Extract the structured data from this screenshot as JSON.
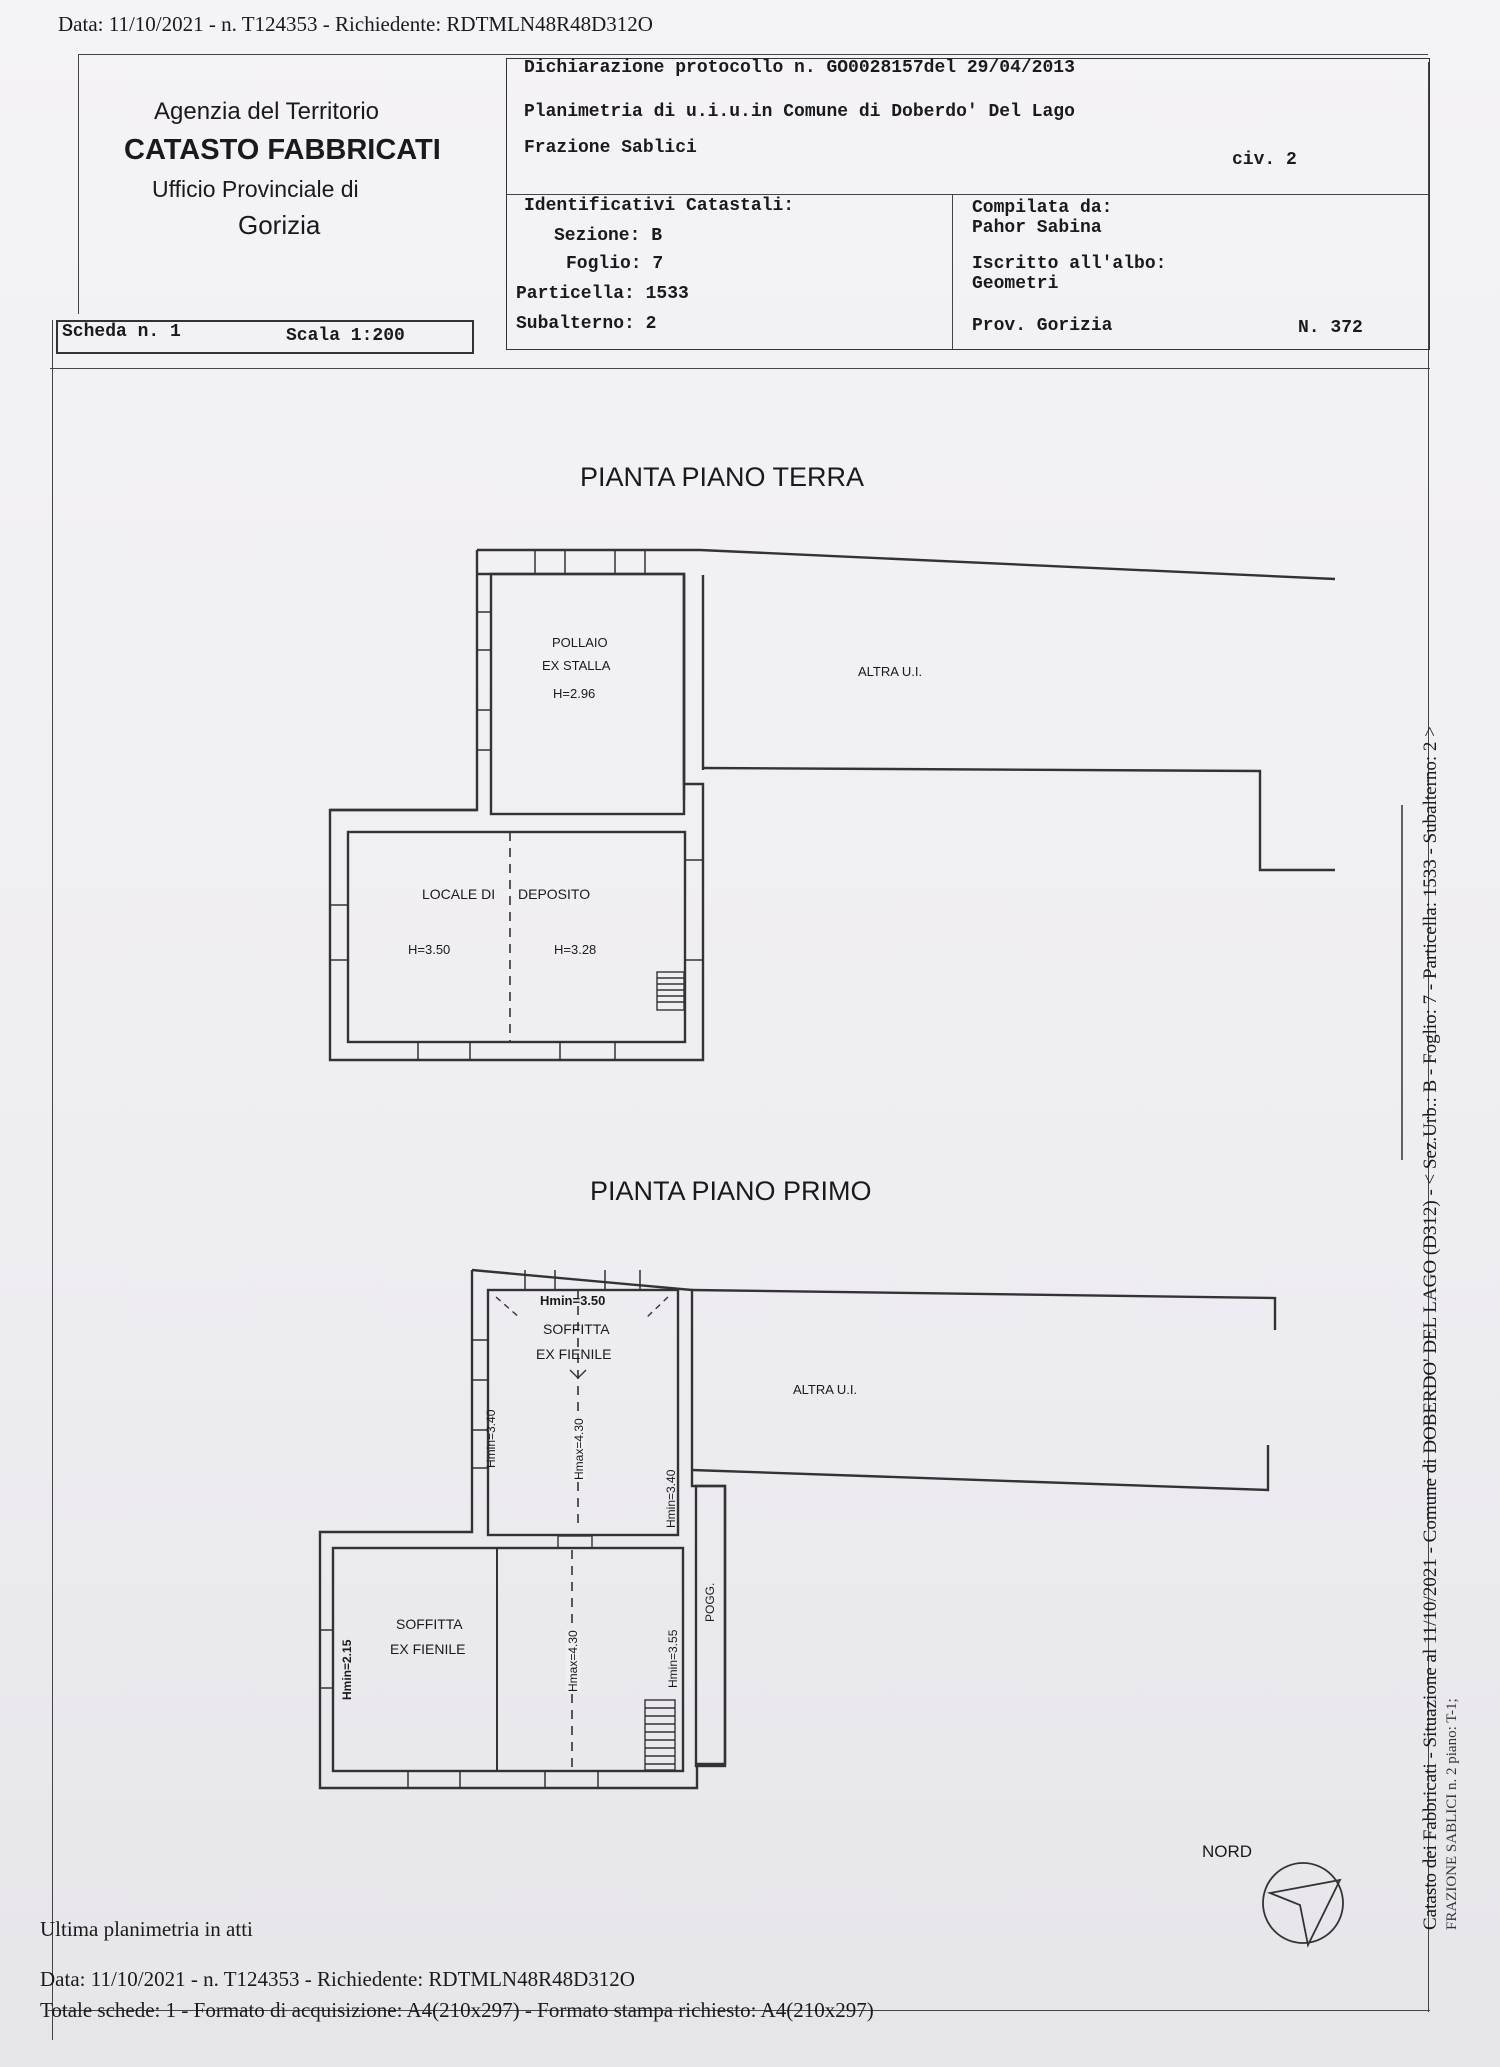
{
  "top_stamp": "Data: 11/10/2021 - n. T124353 - Richiedente: RDTMLN48R48D312O",
  "agency": {
    "line1": "Agenzia del Territorio",
    "line2": "CATASTO FABBRICATI",
    "line3": "Ufficio Provinciale di",
    "line4": "Gorizia"
  },
  "header": {
    "protocol": "Dichiarazione protocollo n. GO0028157del  29/04/2013",
    "planimetria": "Planimetria di u.i.u.in Comune di Doberdo' Del Lago",
    "frazione": "Frazione Sablici",
    "civico": "civ. 2"
  },
  "identificativi": {
    "title": "Identificativi Catastali:",
    "sezione": "Sezione: B",
    "foglio": "Foglio: 7",
    "particella": "Particella: 1533",
    "subalterno": "Subalterno: 2"
  },
  "compilata": {
    "title": "Compilata da:",
    "name": "Pahor Sabina",
    "albo_title": "Iscritto all'albo:",
    "albo": "Geometri",
    "prov": "Prov. Gorizia",
    "numero": "N. 372"
  },
  "scheda": {
    "label": "Scheda n. 1",
    "scala": "Scala 1:200"
  },
  "floor_ground": {
    "title": "PIANTA PIANO TERRA",
    "pollaio": "POLLAIO",
    "ex_stalla": "EX STALLA",
    "h1": "H=2.96",
    "altra": "ALTRA U.I.",
    "locale": "LOCALE DI",
    "deposito": "DEPOSITO",
    "h2": "H=3.50",
    "h3": "H=3.28"
  },
  "floor_first": {
    "title": "PIANTA PIANO PRIMO",
    "hmin350": "Hmin=3.50",
    "soffitta1": "SOFFITTA",
    "fienile1": "EX FIENILE",
    "altra": "ALTRA U.I.",
    "hmin340a": "Hmin=3.40",
    "hmax430a": "Hmax=4.30",
    "hmin340b": "Hmin=3.40",
    "hmin215": "Hmin=2.15",
    "soffitta2": "SOFFITTA",
    "fienile2": "EX FIENILE",
    "hmax430b": "Hmax=4.30",
    "hmin355": "Hmin=3.55",
    "pogg": "POGG."
  },
  "nord": "NORD",
  "side_text": "Catasto dei Fabbricati - Situazione al 11/10/2021 - Comune di DOBERDO' DEL LAGO (D312) - < Sez.Urb.: B - Foglio: 7 - Particella: 1533 - Subalterno: 2 >",
  "side_text2": "FRAZIONE SABLICI n. 2 piano: T-1;",
  "footer": {
    "ultima": "Ultima planimetria in atti",
    "data": "Data: 11/10/2021 - n. T124353 - Richiedente: RDTMLN48R48D312O",
    "totale": "Totale schede: 1 - Formato di acquisizione: A4(210x297)  - Formato stampa richiesto: A4(210x297)"
  }
}
